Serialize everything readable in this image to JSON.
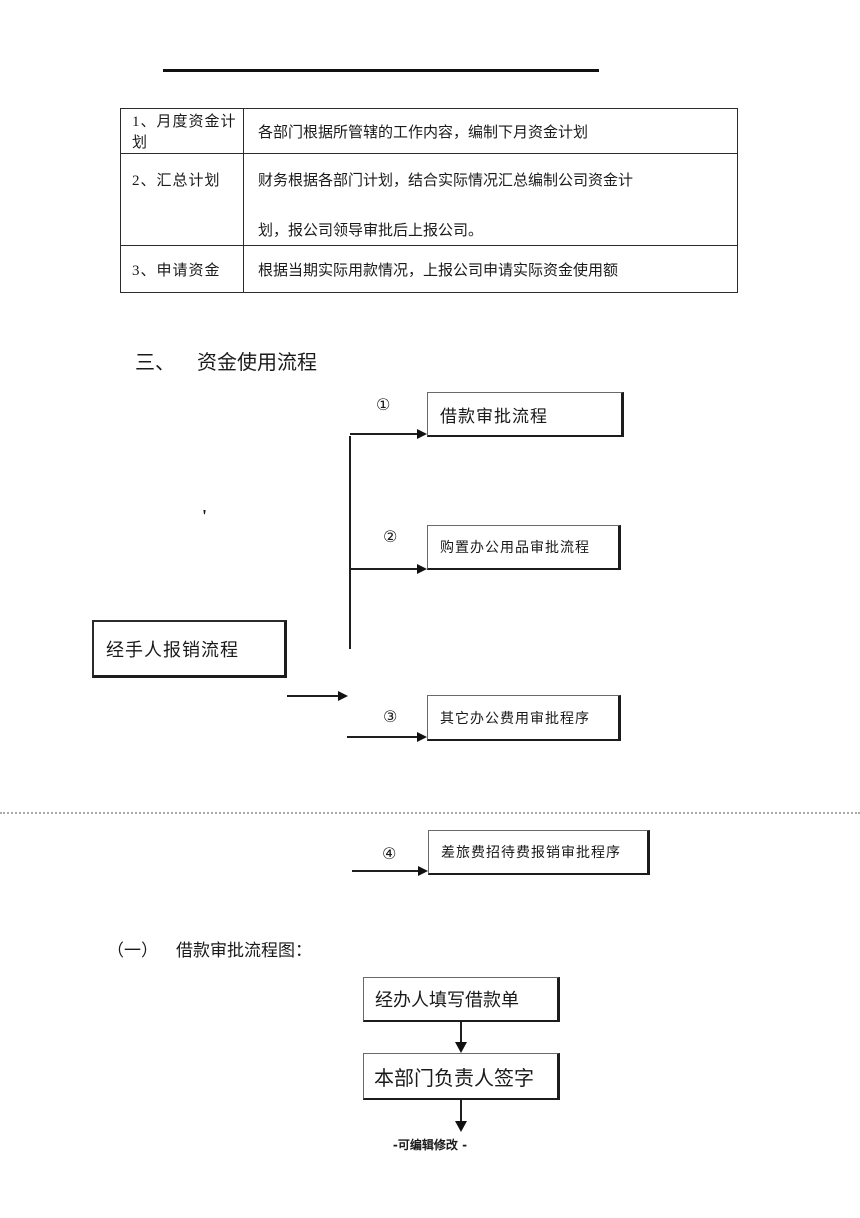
{
  "page": {
    "footer_text": "-可编辑修改 -"
  },
  "plan_table": {
    "rows": [
      {
        "step": "1、月度资金计划",
        "lines": [
          "各部门根据所管辖的工作内容，编制下月资金计划"
        ]
      },
      {
        "step": "2、汇总计划",
        "lines": [
          "财务根据各部门计划，结合实际情况汇总编制公司资金计",
          "划，报公司领导审批后上报公司。"
        ]
      },
      {
        "step": "3、申请资金",
        "lines": [
          "根据当期实际用款情况，上报公司申请实际资金使用额"
        ]
      }
    ]
  },
  "section_heading": {
    "numeral": "三、",
    "title": "资金使用流程"
  },
  "usage_flowchart": {
    "source_box_label": "经手人报销流程",
    "stray_mark": "'",
    "branches": [
      {
        "badge": "①",
        "label": "借款审批流程"
      },
      {
        "badge": "②",
        "label": "购置办公用品审批流程"
      },
      {
        "badge": "③",
        "label": "其它办公费用审批程序"
      },
      {
        "badge": "④",
        "label": "差旅费招待费报销审批程序"
      }
    ]
  },
  "subsection_heading": {
    "numeral": "（一）",
    "title": "借款审批流程图："
  },
  "borrow_flow": {
    "steps": [
      {
        "label": "经办人填写借款单"
      },
      {
        "label": "本部门负责人签字"
      }
    ]
  },
  "colors": {
    "text": "#1a1a1a",
    "table_border": "#2b2b2b",
    "separator_dots": "#ababab"
  }
}
